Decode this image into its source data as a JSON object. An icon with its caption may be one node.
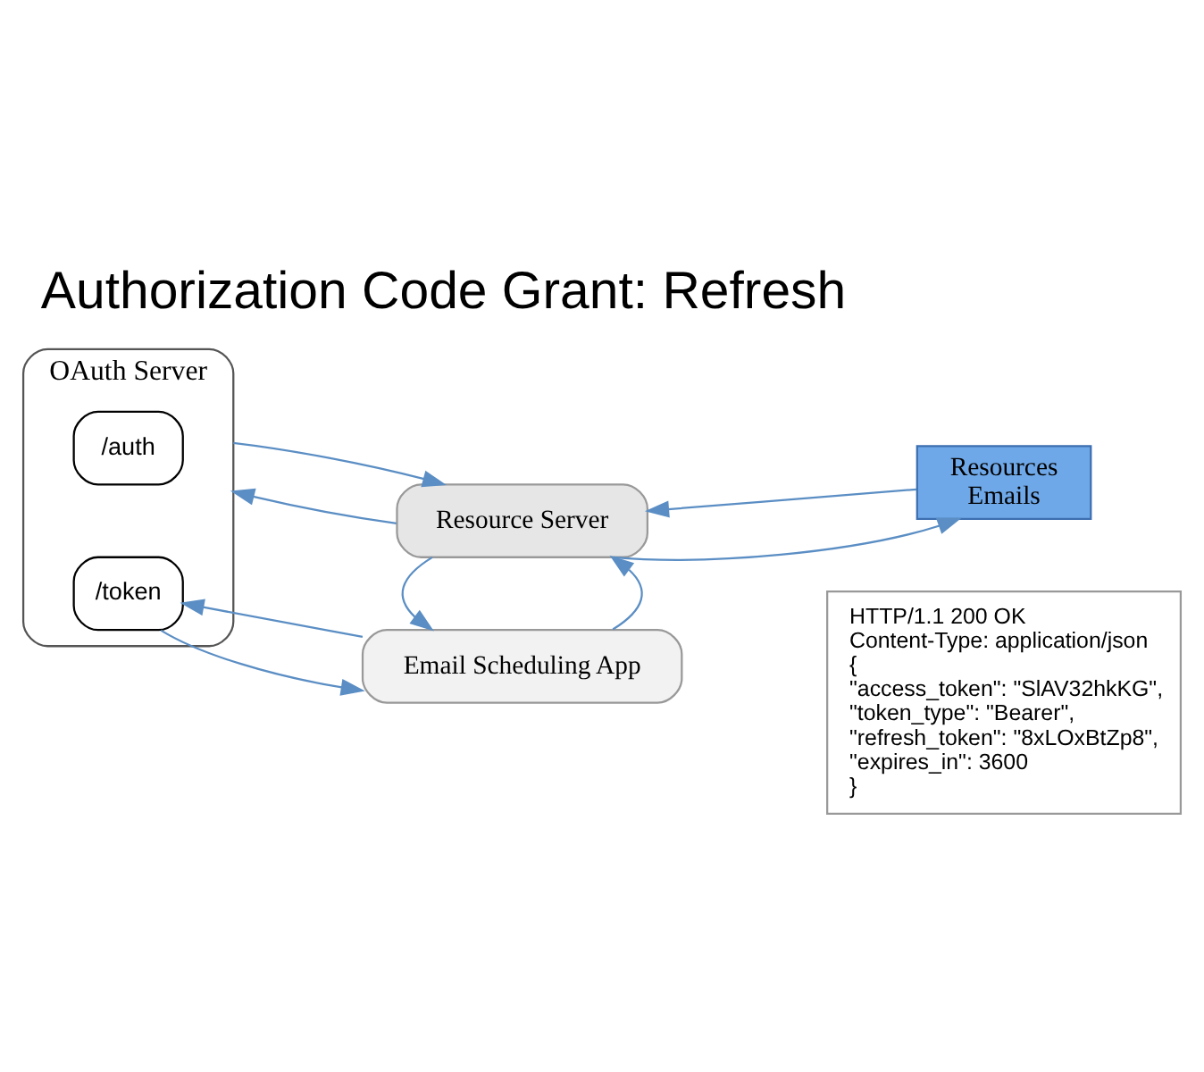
{
  "diagram": {
    "title": "Authorization Code Grant: Refresh",
    "nodes": [
      {
        "text": [
          "OAuth Server"
        ]
      },
      {
        "text": [
          "/auth"
        ],
        "in": 0
      },
      {
        "text": [
          "/token"
        ],
        "in": 0
      },
      {
        "text": [
          "Resource Server"
        ]
      },
      {
        "text": [
          "Resources",
          "Emails"
        ]
      },
      {
        "text": [
          "Email Scheduling App"
        ]
      },
      {
        "text": [
          "HTTP/1.1 200 OK",
          "Content-Type: application/json",
          "{",
          "\"access_token\": \"SlAV32hkKG\",",
          "\"token_type\": \"Bearer\",",
          "\"refresh_token\": \"8xLOxBtZp8\",",
          "\"expires_in\": 3600",
          "}"
        ]
      }
    ],
    "edges": [
      {
        "from": 3,
        "to": 0,
        "arrow": "to"
      },
      {
        "from": 0,
        "to": 3,
        "arrow": "to"
      },
      {
        "from": 3,
        "to": 4,
        "arrow": "to"
      },
      {
        "from": 4,
        "to": 3,
        "arrow": "to"
      },
      {
        "from": 2,
        "to": 5,
        "arrow": "to"
      },
      {
        "from": 5,
        "to": 2,
        "arrow": "to"
      },
      {
        "from": 5,
        "to": 3,
        "arrow": "to"
      },
      {
        "from": 3,
        "to": 5,
        "arrow": "to"
      }
    ]
  }
}
